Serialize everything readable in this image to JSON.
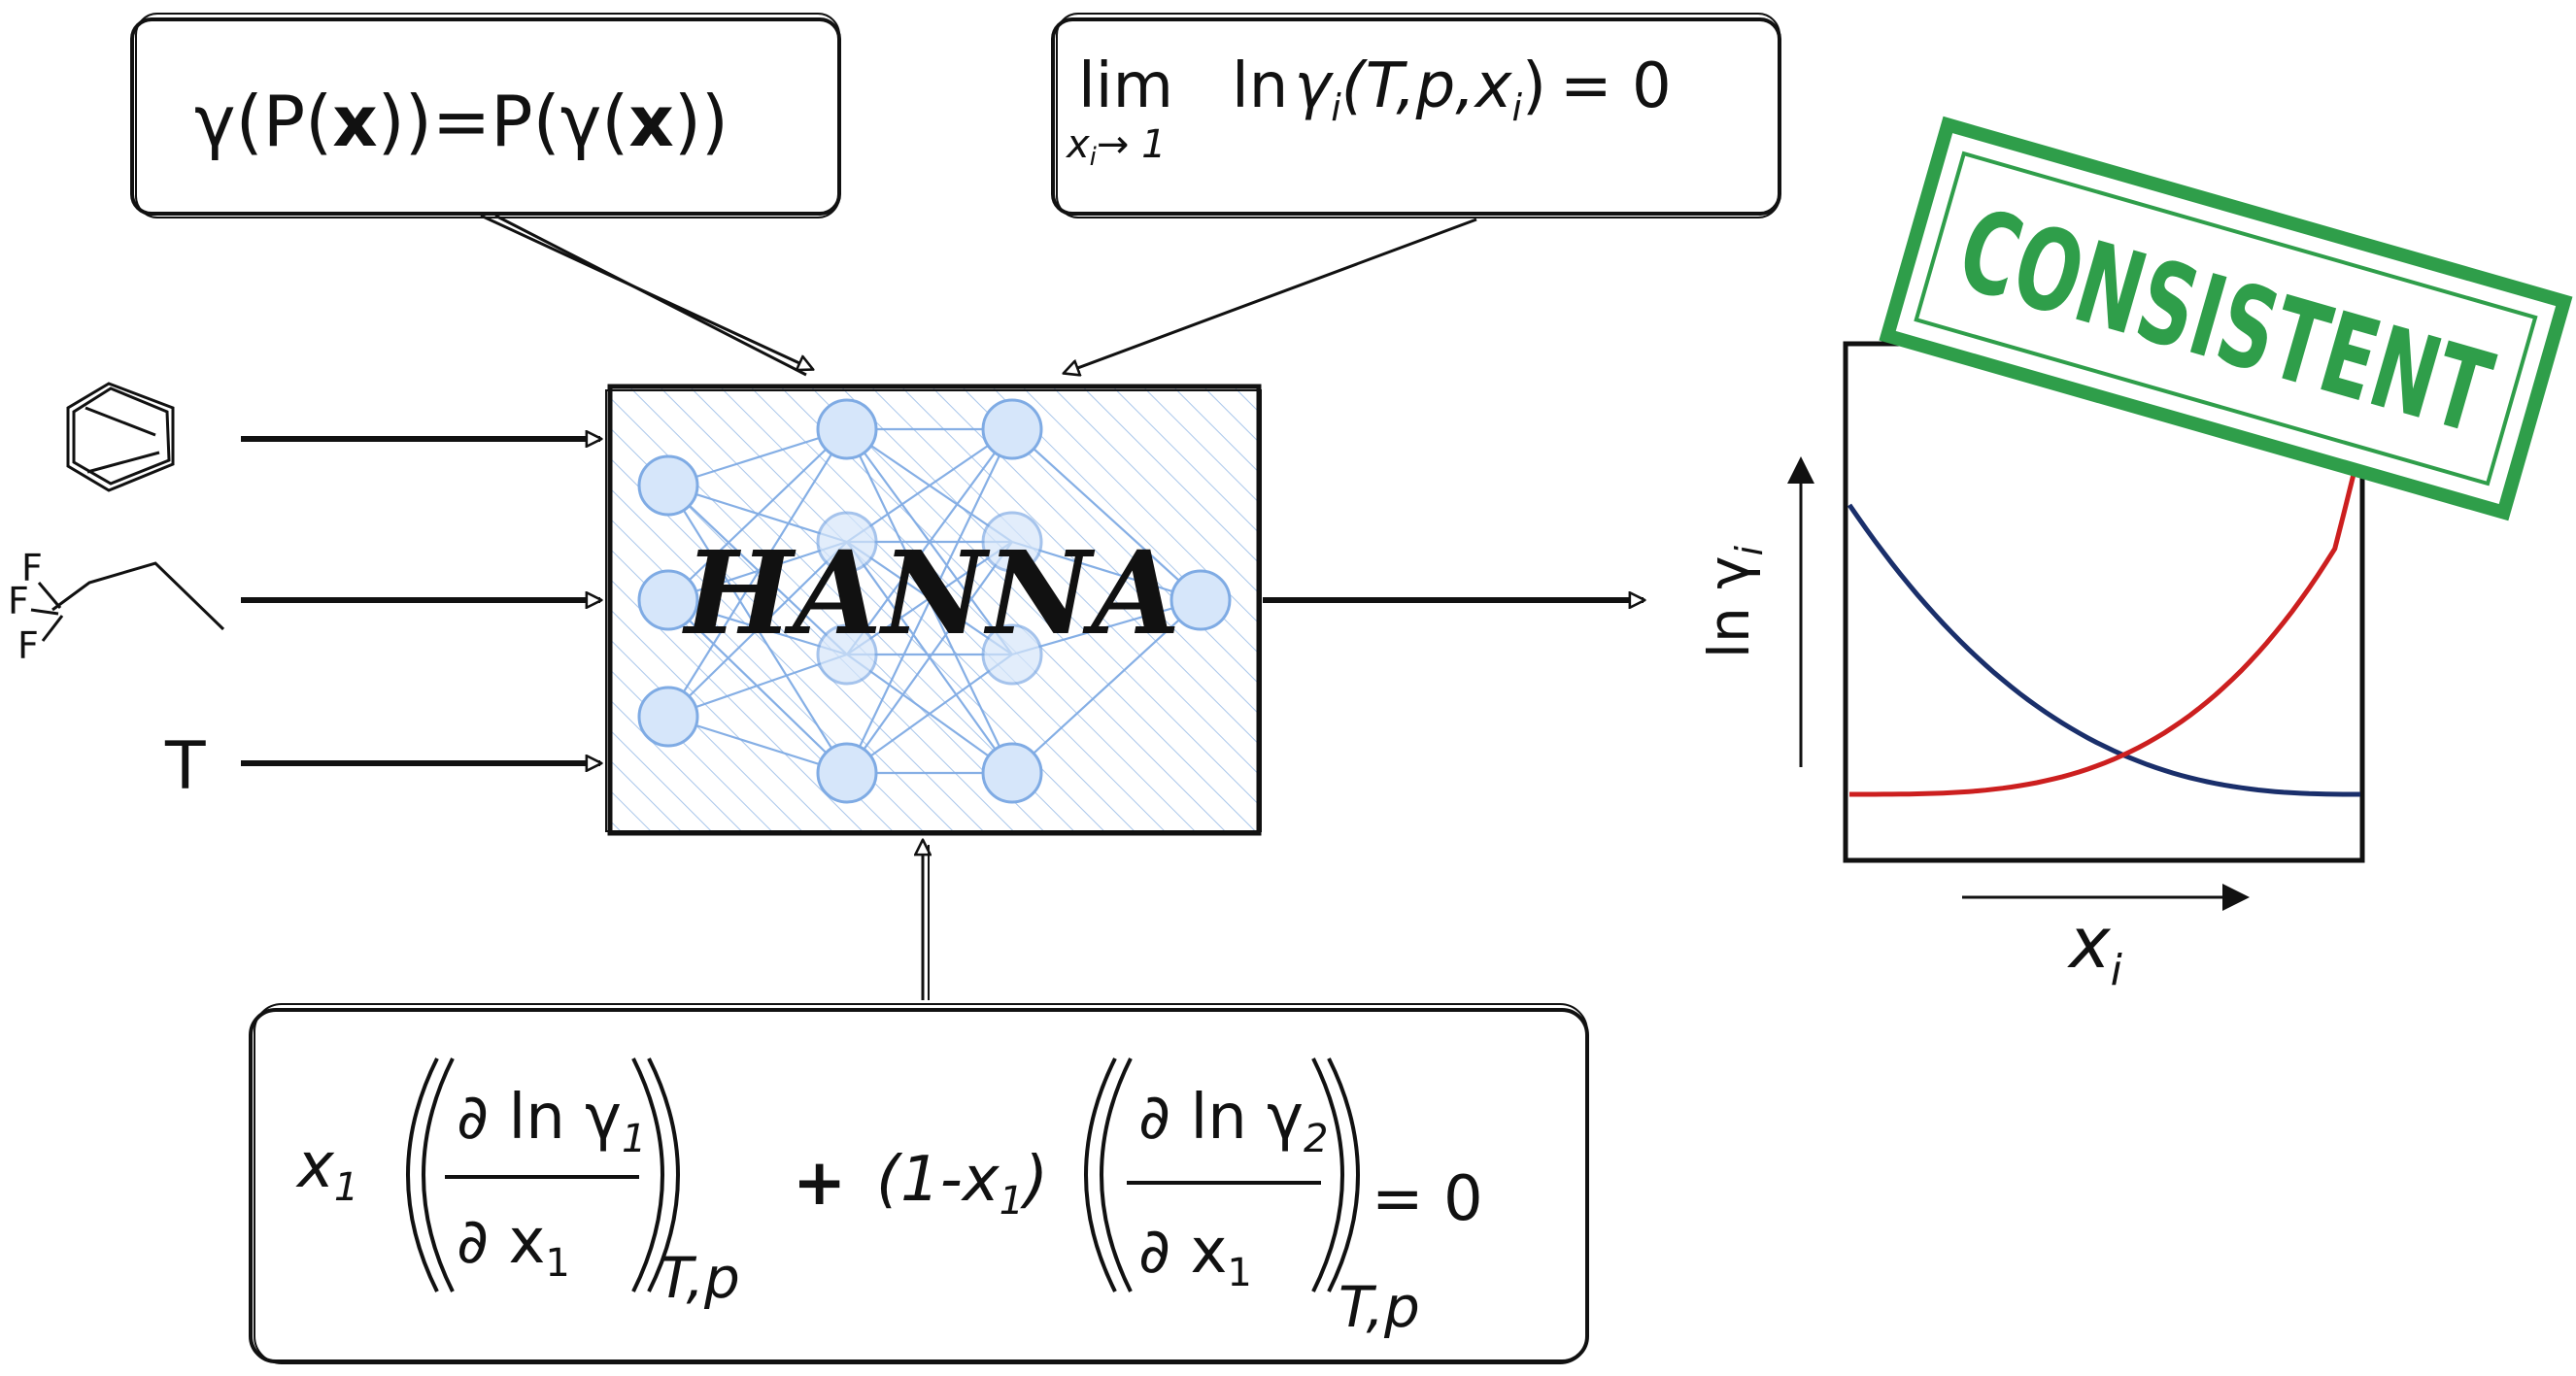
{
  "boxes": {
    "permutation": {
      "lhs": "γ(P(",
      "x1": "x",
      "mid": "))=P(γ(",
      "x2": "x",
      "end": "))"
    },
    "limit": {
      "lim": "lim",
      "sub": "x",
      "sub_i": "i",
      "arrow_to": "→ 1",
      "ln": "ln",
      "gamma": "γ",
      "gamma_i": "i",
      "args": "(T,p,x",
      "args_i": "i",
      "args_end": ")",
      "rhs": "= 0"
    },
    "gibbs_duhem": {
      "x1": "x",
      "x1_sub": "1",
      "num1": "∂ ln γ",
      "num1_sub": "1",
      "den1": "∂ x",
      "den1_sub": "1",
      "tp1": "T,p",
      "plus": "+",
      "one_minus": "(1-x",
      "one_minus_sub": "1",
      "one_minus_end": ")",
      "num2": "∂ ln γ",
      "num2_sub": "2",
      "den2": "∂ x",
      "den2_sub": "1",
      "tp2": "T,p",
      "rhs": "= 0"
    }
  },
  "inputs": {
    "molecule2_atoms": [
      "F",
      "F",
      "F"
    ],
    "temperature": "T"
  },
  "model": {
    "name": "HANNA"
  },
  "plot": {
    "ylabel": "ln γ",
    "ylabel_sub": "i",
    "xlabel": "x",
    "xlabel_sub": "i",
    "series_colors": [
      "#1a2f6b",
      "#cc1f1f"
    ]
  },
  "stamp": {
    "text": "CONSISTENT",
    "color": "#2f9e4a"
  }
}
